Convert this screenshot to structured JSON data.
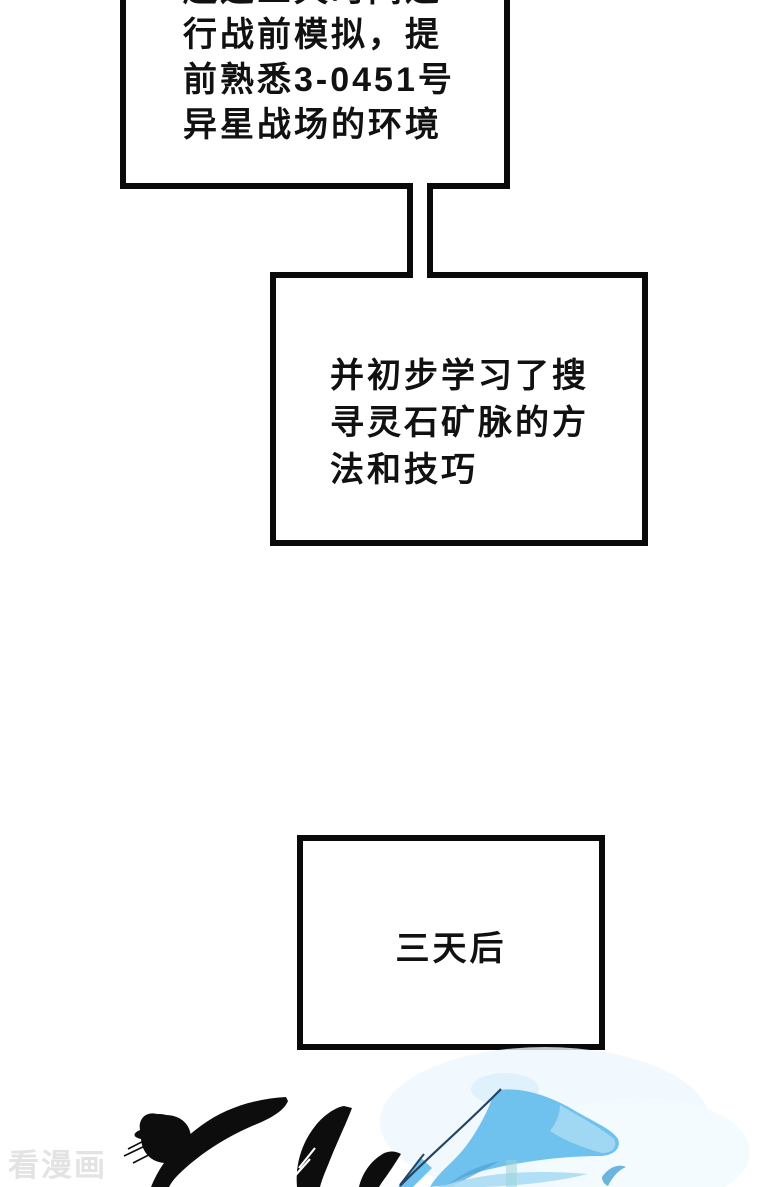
{
  "page": {
    "background": "#ffffff",
    "panel_border_color": "#0a0a0a",
    "text_color": "#111111"
  },
  "panels": {
    "box1": {
      "lines": [
        "趁这三天时间进",
        "行战前模拟，提",
        "前熟悉3-0451号",
        "异星战场的环境"
      ]
    },
    "box2": {
      "lines": [
        "并初步学习了搜",
        "寻灵石矿脉的方",
        "法和技巧"
      ]
    },
    "box3": {
      "label": "三天后"
    }
  },
  "watermark": {
    "text": "看漫画"
  },
  "artwork": {
    "colors": {
      "ink": "#0d0d0d",
      "blue_main": "#6fc2ee",
      "blue_light": "#a9dcf5",
      "blue_pale": "#dff2fc",
      "blue_deep": "#4aa3d6",
      "navy_line": "#244564",
      "teal": "#9ad4d8",
      "white_streak": "#ffffff"
    }
  }
}
